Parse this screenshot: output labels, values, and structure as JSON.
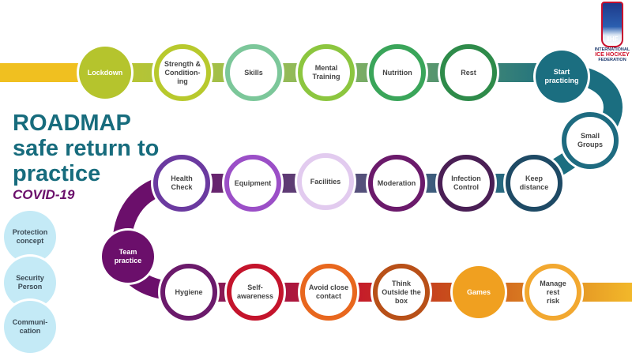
{
  "title": {
    "line1": "ROADMAP",
    "line2": "safe return to",
    "line3": "practice",
    "subtitle": "COVID-19"
  },
  "logo": {
    "mark": "IIHF",
    "line1": "INTERNATIONAL",
    "line2": "ICE HOCKEY",
    "line3": "FEDERATION"
  },
  "side_items": [
    {
      "label": "Protection\nconcept"
    },
    {
      "label": "Security\nPerson"
    },
    {
      "label": "Communi-\ncation"
    }
  ],
  "stops": [
    {
      "label": "Lockdown",
      "color": "#b5c42d",
      "filled": true
    },
    {
      "label": "Strength &\nCondition-\ning",
      "color": "#b8c92d",
      "filled": false
    },
    {
      "label": "Skills",
      "color": "#7cc79a",
      "filled": false
    },
    {
      "label": "Mental\nTraining",
      "color": "#8cc63f",
      "filled": false
    },
    {
      "label": "Nutrition",
      "color": "#3aa55a",
      "filled": false
    },
    {
      "label": "Rest",
      "color": "#2e8b4a",
      "filled": false
    },
    {
      "label": "Start\npracticing",
      "color": "#1b6e80",
      "filled": true
    },
    {
      "label": "Small\nGroups",
      "color": "#1e6b80",
      "filled": false
    },
    {
      "label": "Keep\ndistance",
      "color": "#1e4a65",
      "filled": false
    },
    {
      "label": "Infection\nControl",
      "color": "#4a1f55",
      "filled": false
    },
    {
      "label": "Moderation",
      "color": "#6b1a6b",
      "filled": false
    },
    {
      "label": "Facilities",
      "color": "#e2cbef",
      "filled": false
    },
    {
      "label": "Equipment",
      "color": "#9b4fc7",
      "filled": false
    },
    {
      "label": "Health\nCheck",
      "color": "#6b3aa0",
      "filled": false
    },
    {
      "label": "Team\npractice",
      "color": "#6b0f6b",
      "filled": true
    },
    {
      "label": "Hygiene",
      "color": "#6b1a6b",
      "filled": false
    },
    {
      "label": "Self-\nawareness",
      "color": "#c4142c",
      "filled": false
    },
    {
      "label": "Avoid close\ncontact",
      "color": "#e8671e",
      "filled": false
    },
    {
      "label": "Think\nOutside the\nbox",
      "color": "#b85018",
      "filled": false
    },
    {
      "label": "Games",
      "color": "#f0a020",
      "filled": true
    },
    {
      "label": "Manage rest\nrisk",
      "color": "#f2a830",
      "filled": false
    }
  ],
  "band_colors": {
    "start": "#f0c020",
    "end": "#f2b82a"
  }
}
